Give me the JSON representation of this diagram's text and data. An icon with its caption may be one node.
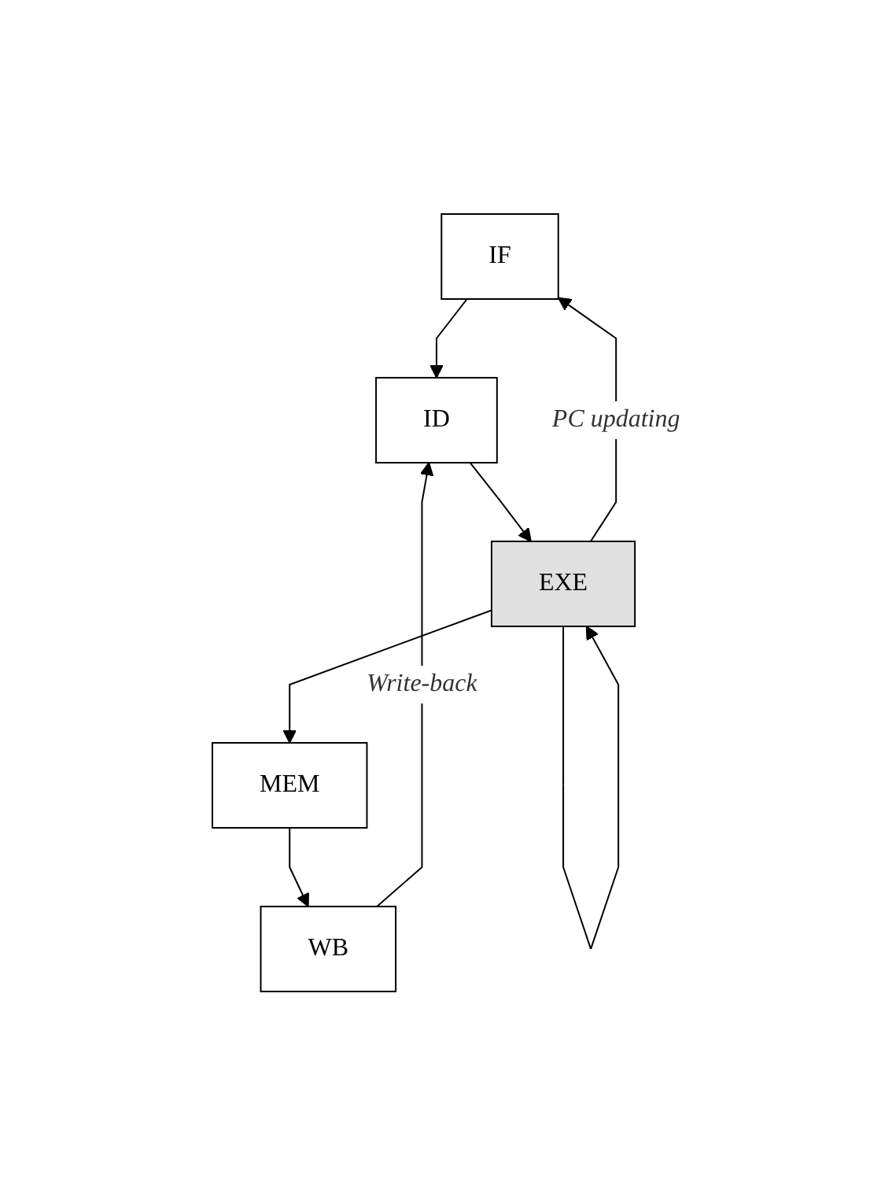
{
  "diagram": {
    "nodes": [
      {
        "text": [
          "IF"
        ]
      },
      {
        "text": [
          "ID"
        ]
      },
      {
        "text": [
          "EXE"
        ]
      },
      {
        "text": [
          "MEM"
        ]
      },
      {
        "text": [
          "WB"
        ]
      }
    ],
    "edges": [
      {
        "from": 0,
        "to": 1,
        "arrow": "to"
      },
      {
        "from": 1,
        "to": 2,
        "arrow": "to"
      },
      {
        "from": 2,
        "to": 3,
        "arrow": "to"
      },
      {
        "from": 3,
        "to": 4,
        "arrow": "to"
      },
      {
        "from": 2,
        "to": 0,
        "arrow": "to",
        "label": "PC updating"
      },
      {
        "from": 4,
        "to": 1,
        "arrow": "to",
        "label": "Write-back"
      },
      {
        "from": 2,
        "to": 2,
        "arrow": "to"
      }
    ]
  }
}
